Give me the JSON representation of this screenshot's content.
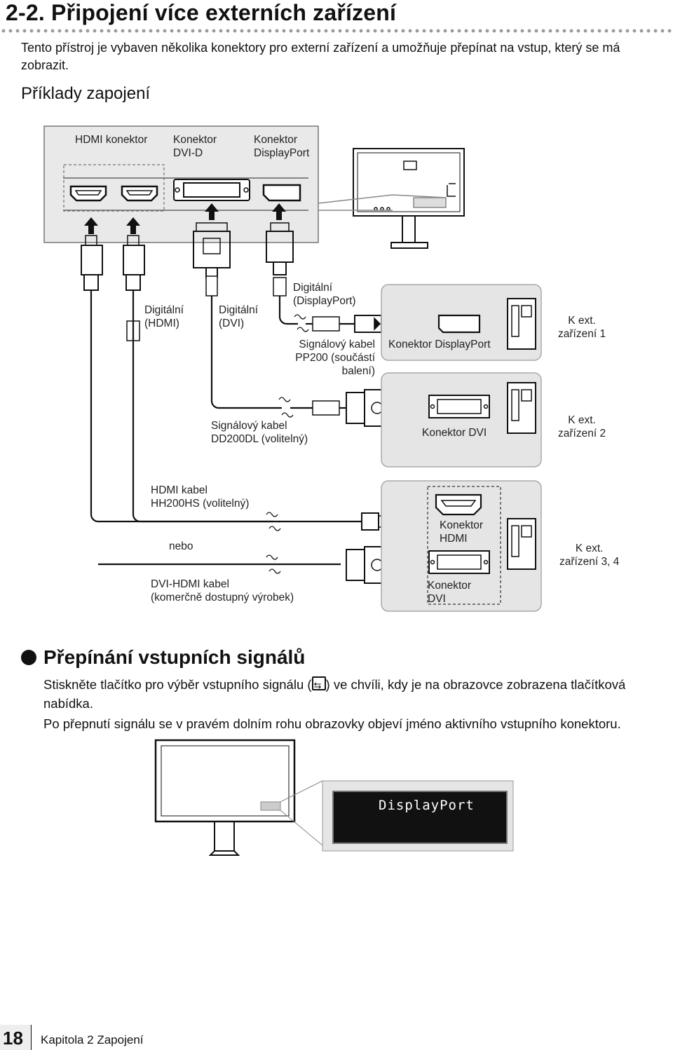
{
  "heading": "2-2.  Připojení více externích zařízení",
  "intro": "Tento přístroj je vybaven několika konektory pro externí zařízení a umožňuje přepínat na vstup, který se má zobrazit.",
  "examples_heading": "Příklady zapojení",
  "diagram": {
    "port_labels": {
      "hdmi": "HDMI konektor",
      "dvid": "Konektor\nDVI-D",
      "dp": "Konektor\nDisplayPort"
    },
    "digital_hdmi": "Digitální\n(HDMI)",
    "digital_dvi": "Digitální\n(DVI)",
    "digital_dp": "Digitální\n(DisplayPort)",
    "cable_pp200": "Signálový kabel\nPP200 (součástí\nbalení)",
    "conn_displayport": "Konektor DisplayPort",
    "device1": "K ext.\nzařízení 1",
    "cable_dd200dl": "Signálový kabel\nDD200DL (volitelný)",
    "conn_dvi": "Konektor DVI",
    "device2": "K ext.\nzařízení 2",
    "cable_hh200hs": "HDMI kabel\nHH200HS (volitelný)",
    "or": "nebo",
    "conn_hdmi2": "Konektor\nHDMI",
    "device34": "K ext.\nzařízení 3, 4",
    "cable_dvihdmi": "DVI-HDMI kabel\n(komerčně dostupný výrobek)",
    "conn_dvi2": "Konektor\nDVI"
  },
  "switch_section": {
    "heading": "Přepínání vstupních signálů",
    "para1_before": "Stiskněte tlačítko pro výběr vstupního signálu (",
    "para1_after": ") ve chvíli, kdy je na obrazovce zobrazena tlačítková nabídka.",
    "para2": "Po přepnutí signálu se v pravém dolním rohu obrazovky objeví jméno aktivního vstupního konektoru.",
    "osd_text": "DisplayPort"
  },
  "footer": {
    "page": "18",
    "chapter": "Kapitola 2   Zapojení"
  }
}
